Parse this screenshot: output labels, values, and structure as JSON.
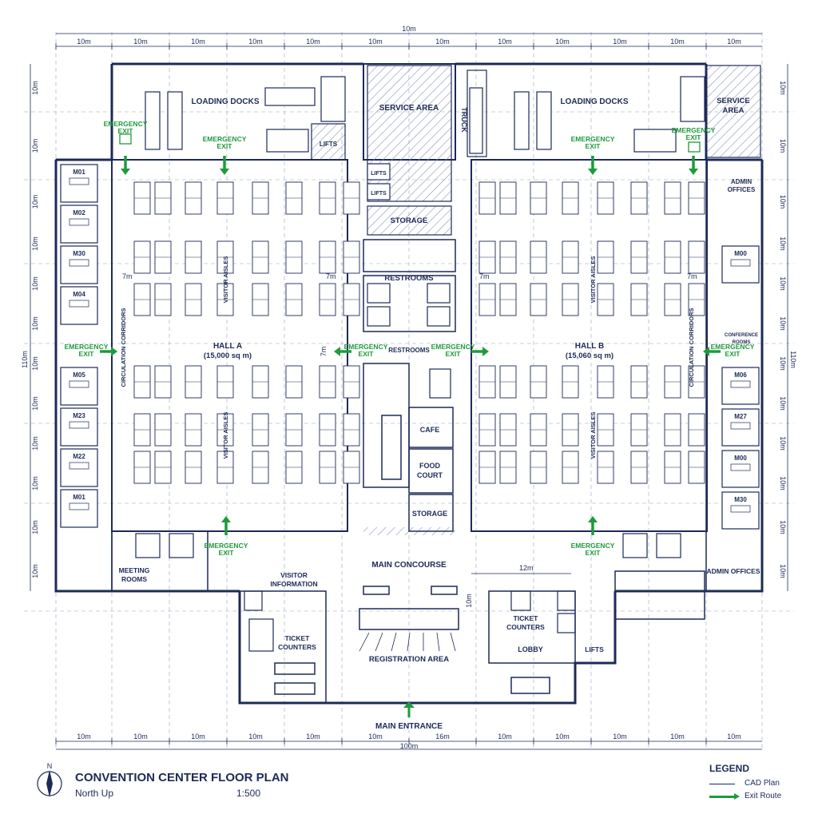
{
  "dims": {
    "top_total": "10m",
    "overall": "100m",
    "segment": "10m",
    "aisle": "7m",
    "link": "7m",
    "lobby_width": "12m",
    "bottom_mid": "16m",
    "side_total": "110m"
  },
  "rooms": {
    "loading_docks_left": "LOADING DOCKS",
    "loading_docks_right": "LOADING DOCKS",
    "service_area": "SERVICE AREA",
    "service_area_right_1": "SERVICE",
    "service_area_right_2": "AREA",
    "truck": "TRUCK",
    "lifts": "LIFTS",
    "storage": "STORAGE",
    "restrooms": "RESTROOMS",
    "restrooms_2": "RESTROOMS",
    "cafe": "CAFE",
    "food_court_1": "FOOD",
    "food_court_2": "COURT",
    "storage_2": "STORAGE",
    "hall_a": "HALL A",
    "hall_a_area": "(15,000 sq m)",
    "hall_b": "HALL B",
    "hall_b_area": "(15,060 sq m)",
    "visitor_aisles": "VISITOR AISLES",
    "circulation": "CIRCULATION CORRIDORS",
    "admin_offices": "ADMIN OFFICES",
    "conference_rooms_1": "CONFERENCE",
    "conference_rooms_2": "ROOMS",
    "meeting_rooms_1": "MEETING",
    "meeting_rooms_2": "ROOMS",
    "main_concourse": "MAIN CONCOURSE",
    "visitor_information_1": "VISITOR",
    "visitor_information_2": "INFORMATION",
    "ticket_counters_1": "TICKET",
    "ticket_counters_2": "COUNTERS",
    "registration_area": "REGISTRATION AREA",
    "lobby": "LOBBY",
    "main_entrance": "MAIN ENTRANCE"
  },
  "exits": {
    "line1": "EMERGENCY",
    "line2": "EXIT"
  },
  "meeting_rooms_left": [
    "M01",
    "M02",
    "M30",
    "M04",
    "M05",
    "M23",
    "M22",
    "M01"
  ],
  "meeting_rooms_right": [
    "M00",
    "M06",
    "M27",
    "M00",
    "M30"
  ],
  "title": "CONVENTION CENTER FLOOR PLAN",
  "orientation": "North Up",
  "scale": "1:500",
  "north_label": "N",
  "legend": {
    "title": "LEGEND",
    "items": [
      {
        "label": "CAD Plan",
        "kind": "line"
      },
      {
        "label": "Exit Route",
        "kind": "arrow"
      }
    ]
  },
  "colors": {
    "ink": "#1d2a57",
    "exit": "#1f9a3c",
    "hatch": "#8a94b4"
  }
}
